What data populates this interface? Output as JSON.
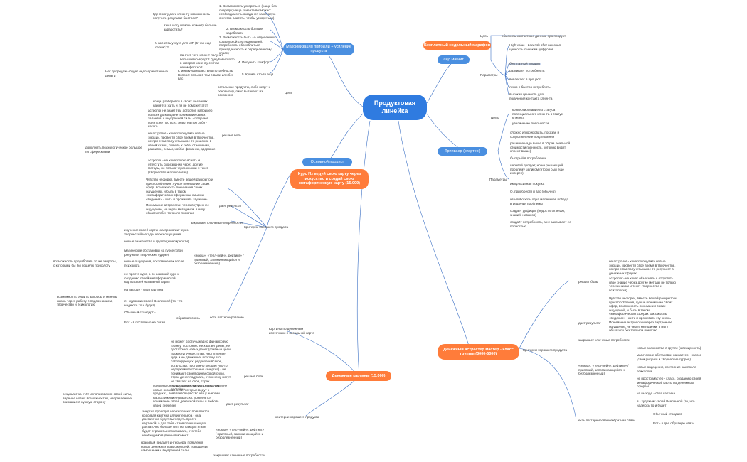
{
  "center": "Продуктовая\nлинейка",
  "nodes": {
    "maxim": "Максимизация прибыли +\nусиление продукта",
    "osnovnoy": "Основной продукт",
    "kurs": "Курс Из ведуй свою карту\nчерез искусство и создай свою\nметафорическую карту (15.000)",
    "denezhnye": "Денежные картины (15.000)",
    "marafon": "Бесплатный недельный марафон",
    "lid": "Лид магнит",
    "tripwire": "Трипваер (стартер)",
    "denezhny_master": "Денежный астрастер мастер - класс\nгруппы (3000-5000)"
  },
  "labels": {
    "cel": "Цель",
    "parametry": "Параметры",
    "cel2": "Цель",
    "parametry2": "Параметры",
    "cel3": "Цель",
    "resh_bol": "решает боль",
    "dait_res": "даёт результат",
    "kriterii": "Критерии хорошего продукта",
    "zakr": "закрывает ключевые потребности",
    "est_pat": "есть паттернирование",
    "obr_svyaz": "обратная связь",
    "resh_bol2": "решает боль",
    "dait_res2": "даёт результат",
    "kriterii2": "критерии хорошего продукта",
    "zakr2": "закрывает ключевые потребности",
    "resh_bol3": "решает боль",
    "dait_res3": "даёт результат",
    "kriterii3": "Критерии хорошего продукта",
    "zakr3": "закрывает ключевые потребности",
    "est_pat3": "есть паттернирование",
    "obr_svyaz3": "обратная связь"
  },
  "maxim_items": [
    "1. Возможность ускориться (чаще без очереди; чаще клиента возможно: необходимость ожидания за которую он готов платить, чтобы ускориться)",
    "2. Возможность больше заработать",
    "3. Возможность быть +/- отделенным социальной сертификацией, потребность обособлиться принадлежность к определенному классу",
    "4. Получить комфорт",
    "5. Купить что-то ещё"
  ],
  "maxim_q": [
    "Где я могу дать клиенту возможность получить результат быстрее?",
    "Как я могу помочь клиенту больше заработать?",
    "У вас есть услуга для VIP (5 чел еще сервис)?",
    "За счёт чего клиент получит большой комфорт? Где убавится то в котором клиенту сейчас некомфортно?",
    "К моему удовольствию потребность. Вопрос: только в том с вами или без вас",
    "Нет допродаж - будет недозаработанные деньги"
  ],
  "marafon_cel": "обменять контактные данные про продукт",
  "lid_params": [
    "High value - Low risk offer высокая ценность с низким цифровой",
    "бесплатный продукт",
    "развивает потребность",
    "вовлекает в процесс",
    "легко и быстро потреблять",
    "высокая ценность для получения контакта клиента"
  ],
  "trip_cel": [
    "конвертирование из статуса потенциального клиента в статус клиента",
    "увеличение лояльности"
  ],
  "trip_params": [
    "сложно игнорировать, показан и сопротивление предложения",
    "решение надо выше в 10 раз реальной стоимости (ценность, которую видит клиент выше)",
    "быстрый в потреблении",
    "целевой продукт, но не решающий проблему целиком (чтобы был еще интерес)",
    "импульсивная покупка",
    "О. приобрести и вас (обычно)",
    "что-либо хоть одна маленькая победа в решении проблемы",
    "создает дефицит (недостаток инфо, знаний, навыков)",
    "создаёт потребность, а не закрывает ее полностью"
  ],
  "kurs_bol": [
    "конце разберется в своих желаниях, начнётся жить и ли не поможет этот",
    "астролог не знает тем астролог, например, по всех до конца не понимание своих талантов и внутренней силы - получает понять не про всех знаю, на про себя - какого",
    "не астролог - хочется ощутить новые эмоции, провести свое время в творчестве, не при этом получить какое-то решение в своей жизни, любовь к себе, отношения, развитие, семьи, хобби, финансы, здоровье",
    "астролог - не хочется объяснять и отпустить свои знания через другие методы, не только через книжки и текст (творчество и психология)"
  ],
  "kurs_bol_extra": "дополнить психологическое большое по сфере жизни",
  "kurs_res": [
    "Чувство нефорки, вместе вещей раскрыто и приспособления, лучше понимание своих сфер, возможность понимания своих ощущений, и быть в таком «метафорических сферах как смыслы «видения» - жить и проживать эту жизнь",
    "Понимание астрологии через внутреннее ощущение, не через методички, в могу общаться без того или помогаю"
  ],
  "kurs_items": [
    "изучение своей карты и астрологии через творческий метод и через ощущения",
    "новые знакомства в группе (ювелирности)",
    "магические обстановки на курсе (свои рисунки и творческие суррея)",
    "новые ощущения, состояние как после психолога",
    "не просто курс, а по шаговый курс к созданию своей метафорической карты своей натальной карты",
    "на выходе - своя картина",
    "я - художник своей Вселенной (то, что надеюсь то и будет)"
  ],
  "kurs_items_side": [
    "возможность проработать то же запросы, с которыми бы бы пошел к психологу",
    "возможность решить запросы и менять жизнь через работу с подсознанием, творчество и психологию"
  ],
  "kurs_items_label": "«искра», «тепл-рейн», рейтинг» / приятный, запоминающийся и безболезненный)",
  "kurs_obr": [
    "Обычный стандарт -",
    "Бот - в постоянно на связи"
  ],
  "den_top": "Картины по денежным ипотечным и натальной карте",
  "den_bol": [
    "не может достичь жадно финансовую планку, постоянно не хватает денег, не достаточно новых денег (главные цели, промежуточные, план, наступление куда и не движение, поэтому это саботирующих, рядовое и всякое, усталость), постоянно мешает что-то, недоукомплектованно (энергия) - не понимают своей финансовой силы, страх денег подумать, что к нему могут не хватает на себя, страх пользоваться, не могут, а в счет, и не достойна",
    "появляются новые денежные источники или новые возможности, которые ведут к предсказ, появляется чувство что у энергии на достижение новых сил, появляется понимание своей денежной силы и любовь своей энергией"
  ],
  "den_res_extra": "результат за счёт использования своей силы, видение новых возможностей, направленное внимание в нужную сторону",
  "den_items": [
    "энергия проводит через плоско: появляется красивая картина для интерьера - она достаточно будет выглядеть просто картиной, а для тебя - твоя повышающая достаточно больше сил. На каждом этапе будет отражать и показывать, что тебе необходимо в данный момент",
    "красивый предмет интерьера, появления новых денежных возможностей, повышение самооценки и внутренней силы"
  ],
  "den_items_label": "«искра», «тепл-рейн», рейтинг» / приятный, запоминающийся и безболезненный)",
  "dm_bol": [
    "не астролог - хочется ощутить новые эмоции, провести свое время в творчестве, но при этом получить какое-то результат в денежных сферах",
    "астролог - не хочет объяснять и отпустить свое знание через другие методы не только через книжки и текст (творчество и психология)"
  ],
  "dm_res": [
    "Чувство нефорки, вместе вещей раскрыто и приспособления, лучше понимание своих сфер, возможность понимания своих ощущений, и быть в таком «метафорических сферах как смыслы «видения» - жить и проживать эту жизнь",
    "Понимание астрологии через внутреннее ощущение, не через методички, в могу общаться без того или помогаю"
  ],
  "dm_items": [
    "новые знакомства в группе (ювелирность)",
    "магические обстановки на мастер - классе (свои рисунки и творческие суррея)",
    "новые ощущения, состояние как после психолога",
    "не просто мастер - класс, созданию своей метафорической карты по денежным сферам",
    "на выходе - своя картина",
    "я - художник своей Вселенной (то, что надеюсь то и будет)"
  ],
  "dm_items_label": "«искра», «тепл-рейн», рейтинг» / приятный, запоминающийся и безболезненный)",
  "dm_obr": [
    "Обычный стандарт -",
    "Бот - в две обратную связь"
  ],
  "colors": {
    "blue": "#4a8fe0",
    "orange": "#ff7c3a",
    "line": "#3a6fc4"
  }
}
